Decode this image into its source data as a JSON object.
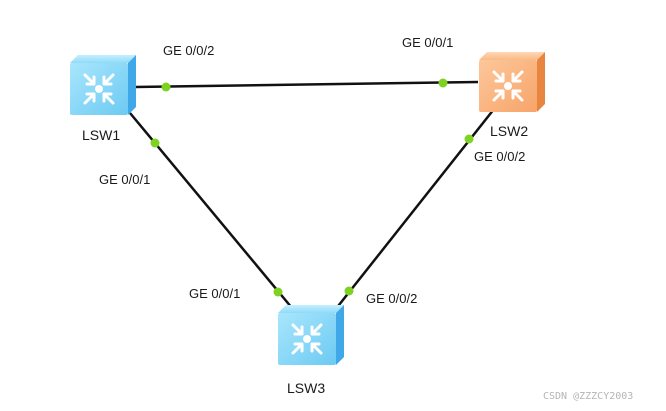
{
  "diagram": {
    "type": "network-topology",
    "devices": [
      {
        "id": "LSW1",
        "label": "LSW1",
        "kind": "switch",
        "color": "#7fd3f7",
        "state": "normal"
      },
      {
        "id": "LSW2",
        "label": "LSW2",
        "kind": "switch",
        "color": "#f7a96b",
        "state": "selected"
      },
      {
        "id": "LSW3",
        "label": "LSW3",
        "kind": "switch",
        "color": "#7fd3f7",
        "state": "normal"
      }
    ],
    "links": [
      {
        "from": "LSW1",
        "from_port": "GE 0/0/2",
        "to": "LSW2",
        "to_port": "GE 0/0/1"
      },
      {
        "from": "LSW1",
        "from_port": "GE 0/0/1",
        "to": "LSW3",
        "to_port": "GE 0/0/1"
      },
      {
        "from": "LSW2",
        "from_port": "GE 0/0/2",
        "to": "LSW3",
        "to_port": "GE 0/0/2"
      }
    ],
    "port_labels": {
      "lsw1_ge002": "GE 0/0/2",
      "lsw1_ge001": "GE 0/0/1",
      "lsw2_ge001": "GE 0/0/1",
      "lsw2_ge002": "GE 0/0/2",
      "lsw3_ge001": "GE 0/0/1",
      "lsw3_ge002": "GE 0/0/2"
    },
    "link_color": "#111111",
    "port_dot_color": "#7ed321"
  },
  "watermark": "CSDN @ZZZCY2003"
}
